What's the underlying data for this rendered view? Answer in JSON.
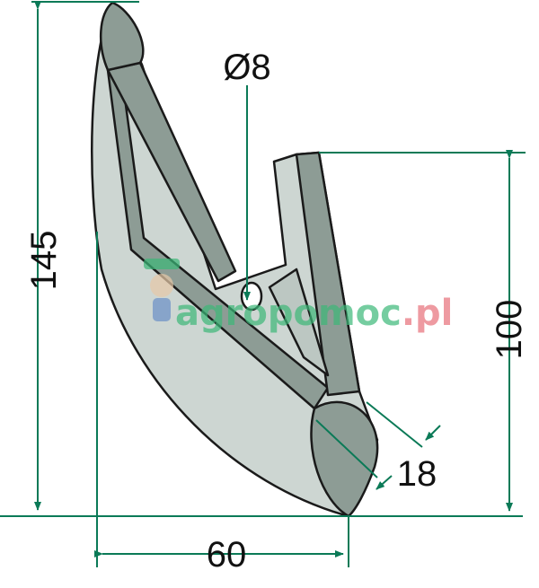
{
  "dimensions": {
    "height_total": "145",
    "height_bracket": "100",
    "width": "60",
    "hole_diameter": "Ø8",
    "thickness": "18"
  },
  "watermark": {
    "name": "agropomoc",
    "suffix": ".pl"
  },
  "colors": {
    "dimension_line": "#0b7a57",
    "part_light": "#cdd6d2",
    "part_dark": "#8d9c95",
    "outline": "#1a1a1a"
  }
}
